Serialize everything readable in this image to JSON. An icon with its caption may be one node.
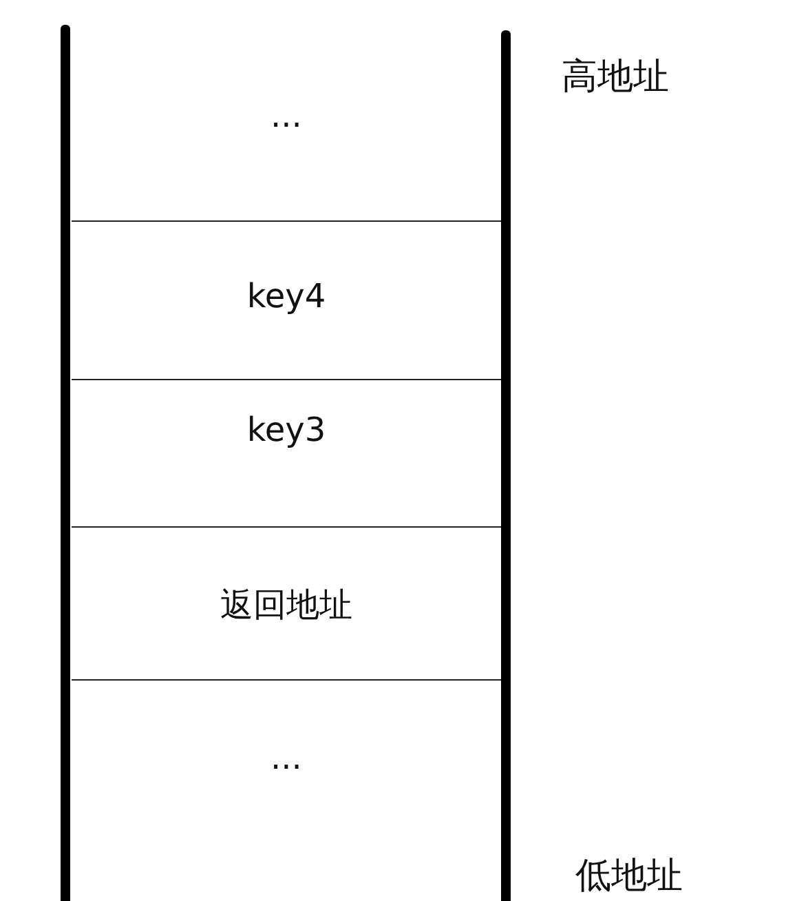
{
  "diagram": {
    "nodes": [
      {
        "text": [
          "..."
        ]
      },
      {
        "text": [
          "key4"
        ]
      },
      {
        "text": [
          "key3"
        ]
      },
      {
        "text": [
          "返回地址"
        ]
      },
      {
        "text": [
          "..."
        ]
      }
    ],
    "labels": [
      "高地址",
      "低地址"
    ]
  }
}
